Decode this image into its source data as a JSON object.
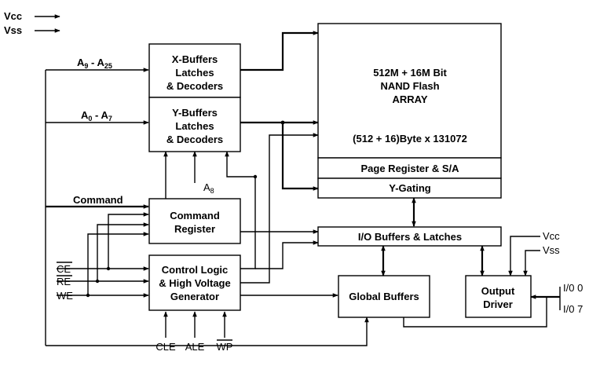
{
  "power_legend": {
    "vcc": "Vcc",
    "vss": "Vss"
  },
  "blocks": {
    "x_buffers": [
      "X-Buffers",
      "Latches",
      "& Decoders"
    ],
    "y_buffers": [
      "Y-Buffers",
      "Latches",
      "& Decoders"
    ],
    "command_register": [
      "Command",
      "Register"
    ],
    "control_logic": [
      "Control Logic",
      "& High Voltage",
      "Generator"
    ],
    "nand_array": {
      "line1": "512M + 16M Bit",
      "line2": "NAND Flash",
      "line3": "ARRAY",
      "organization": "(512 + 16)Byte x 131072"
    },
    "page_register": "Page Register & S/A",
    "y_gating": "Y-Gating",
    "io_buffers": "I/O Buffers & Latches",
    "global_buffers": "Global Buffers",
    "output_driver": [
      "Output",
      "Driver"
    ]
  },
  "signals": {
    "addr_high_base": "A",
    "addr_high_sub1": "9",
    "addr_high_mid": " - A",
    "addr_high_sub2": "25",
    "addr_low_base": "A",
    "addr_low_sub1": "0",
    "addr_low_mid": " - A",
    "addr_low_sub2": "7",
    "a8_base": "A",
    "a8_sub": "8",
    "command": "Command",
    "ce": "CE",
    "re": "RE",
    "we": "WE",
    "cle": "CLE",
    "ale": "ALE",
    "wp": "WP",
    "vcc_out": "Vcc",
    "vss_out": "Vss",
    "io0": "I/0 0",
    "io7": "I/0 7"
  }
}
